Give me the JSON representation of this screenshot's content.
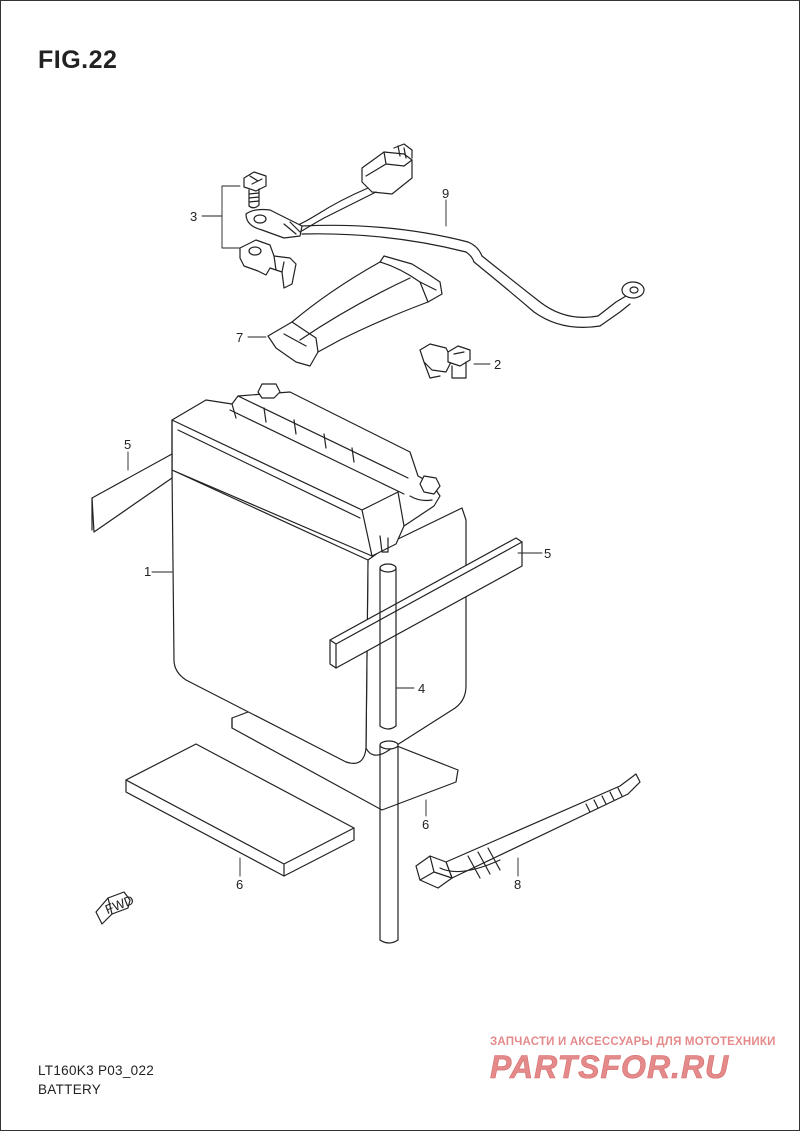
{
  "figure": {
    "title": "FIG.22",
    "model_code": "LT160K3  P03_022",
    "section_name": "BATTERY"
  },
  "callouts": [
    {
      "id": "c1",
      "label": "1"
    },
    {
      "id": "c2",
      "label": "2"
    },
    {
      "id": "c3",
      "label": "3"
    },
    {
      "id": "c4",
      "label": "4"
    },
    {
      "id": "c5a",
      "label": "5"
    },
    {
      "id": "c5b",
      "label": "5"
    },
    {
      "id": "c6a",
      "label": "6"
    },
    {
      "id": "c6b",
      "label": "6"
    },
    {
      "id": "c7",
      "label": "7"
    },
    {
      "id": "c8",
      "label": "8"
    },
    {
      "id": "c9",
      "label": "9"
    }
  ],
  "direction_marker": {
    "label": "FWD"
  },
  "watermark": {
    "tagline": "ЗАПЧАСТИ И АКСЕССУАРЫ ДЛЯ МОТОТЕХНИКИ",
    "logo": "PARTSFOR.RU",
    "color": "#e58a8a"
  },
  "colors": {
    "line": "#222222",
    "fill": "#ffffff",
    "shade": "#eeeeee"
  }
}
